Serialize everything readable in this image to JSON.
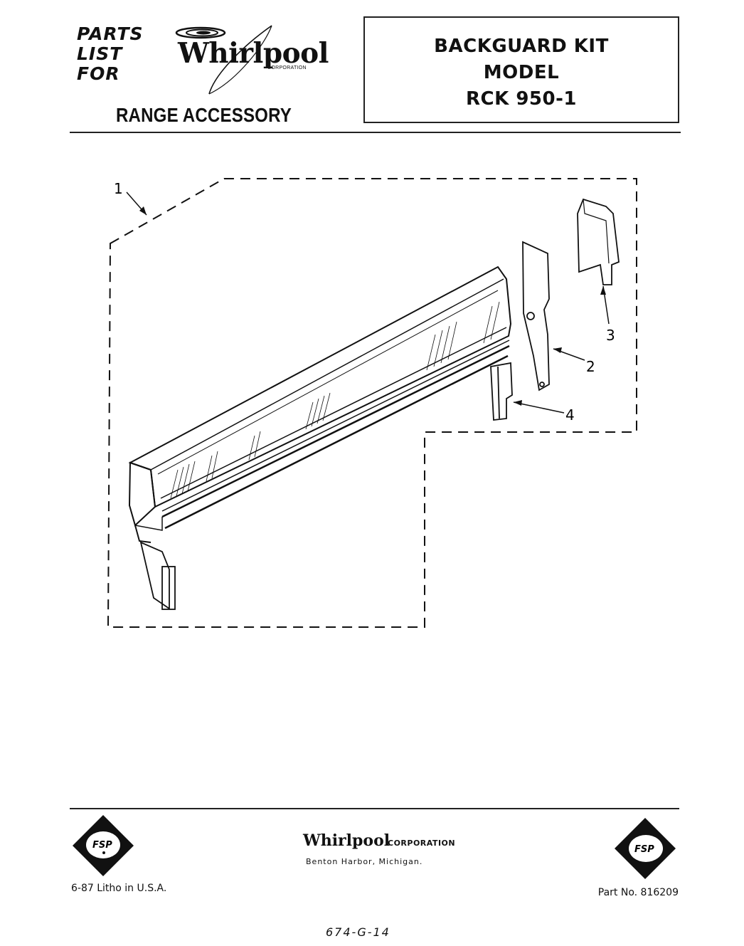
{
  "header": {
    "parts_list_for": [
      "PARTS",
      "LIST",
      "FOR"
    ],
    "brand": "Whirlpool",
    "brand_sub": "CORPORATION",
    "subtitle": "RANGE ACCESSORY",
    "title_lines": [
      "BACKGUARD  KIT",
      "MODEL",
      "RCK 950-1"
    ]
  },
  "diagram": {
    "callouts": [
      "1",
      "2",
      "3",
      "4"
    ]
  },
  "footer": {
    "left_badge": "FSP",
    "right_badge": "FSP",
    "company": "Whirlpool",
    "company_sub": "CORPORATION",
    "address": "Benton Harbor, Michigan.",
    "litho": "6-87   Litho in U.S.A.",
    "part_number": "Part No. 816209",
    "handwritten_note": "674-G-14"
  },
  "colors": {
    "ink": "#111111",
    "paper": "#ffffff"
  }
}
